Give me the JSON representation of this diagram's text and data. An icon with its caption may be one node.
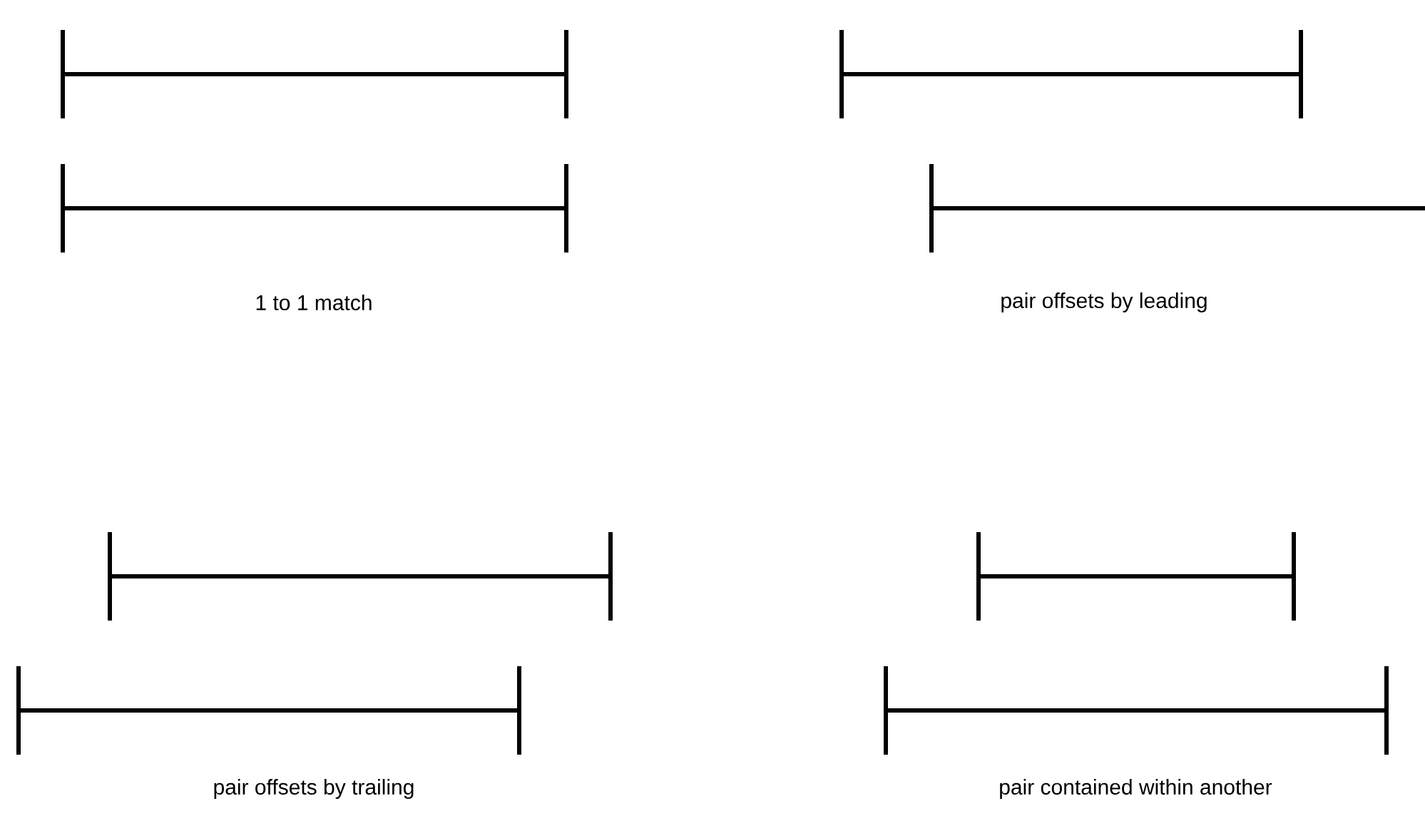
{
  "diagram": {
    "labels": [
      "1 to 1 match",
      "pair offsets by leading",
      "pair offsets by trailing",
      "pair contained within another"
    ]
  }
}
